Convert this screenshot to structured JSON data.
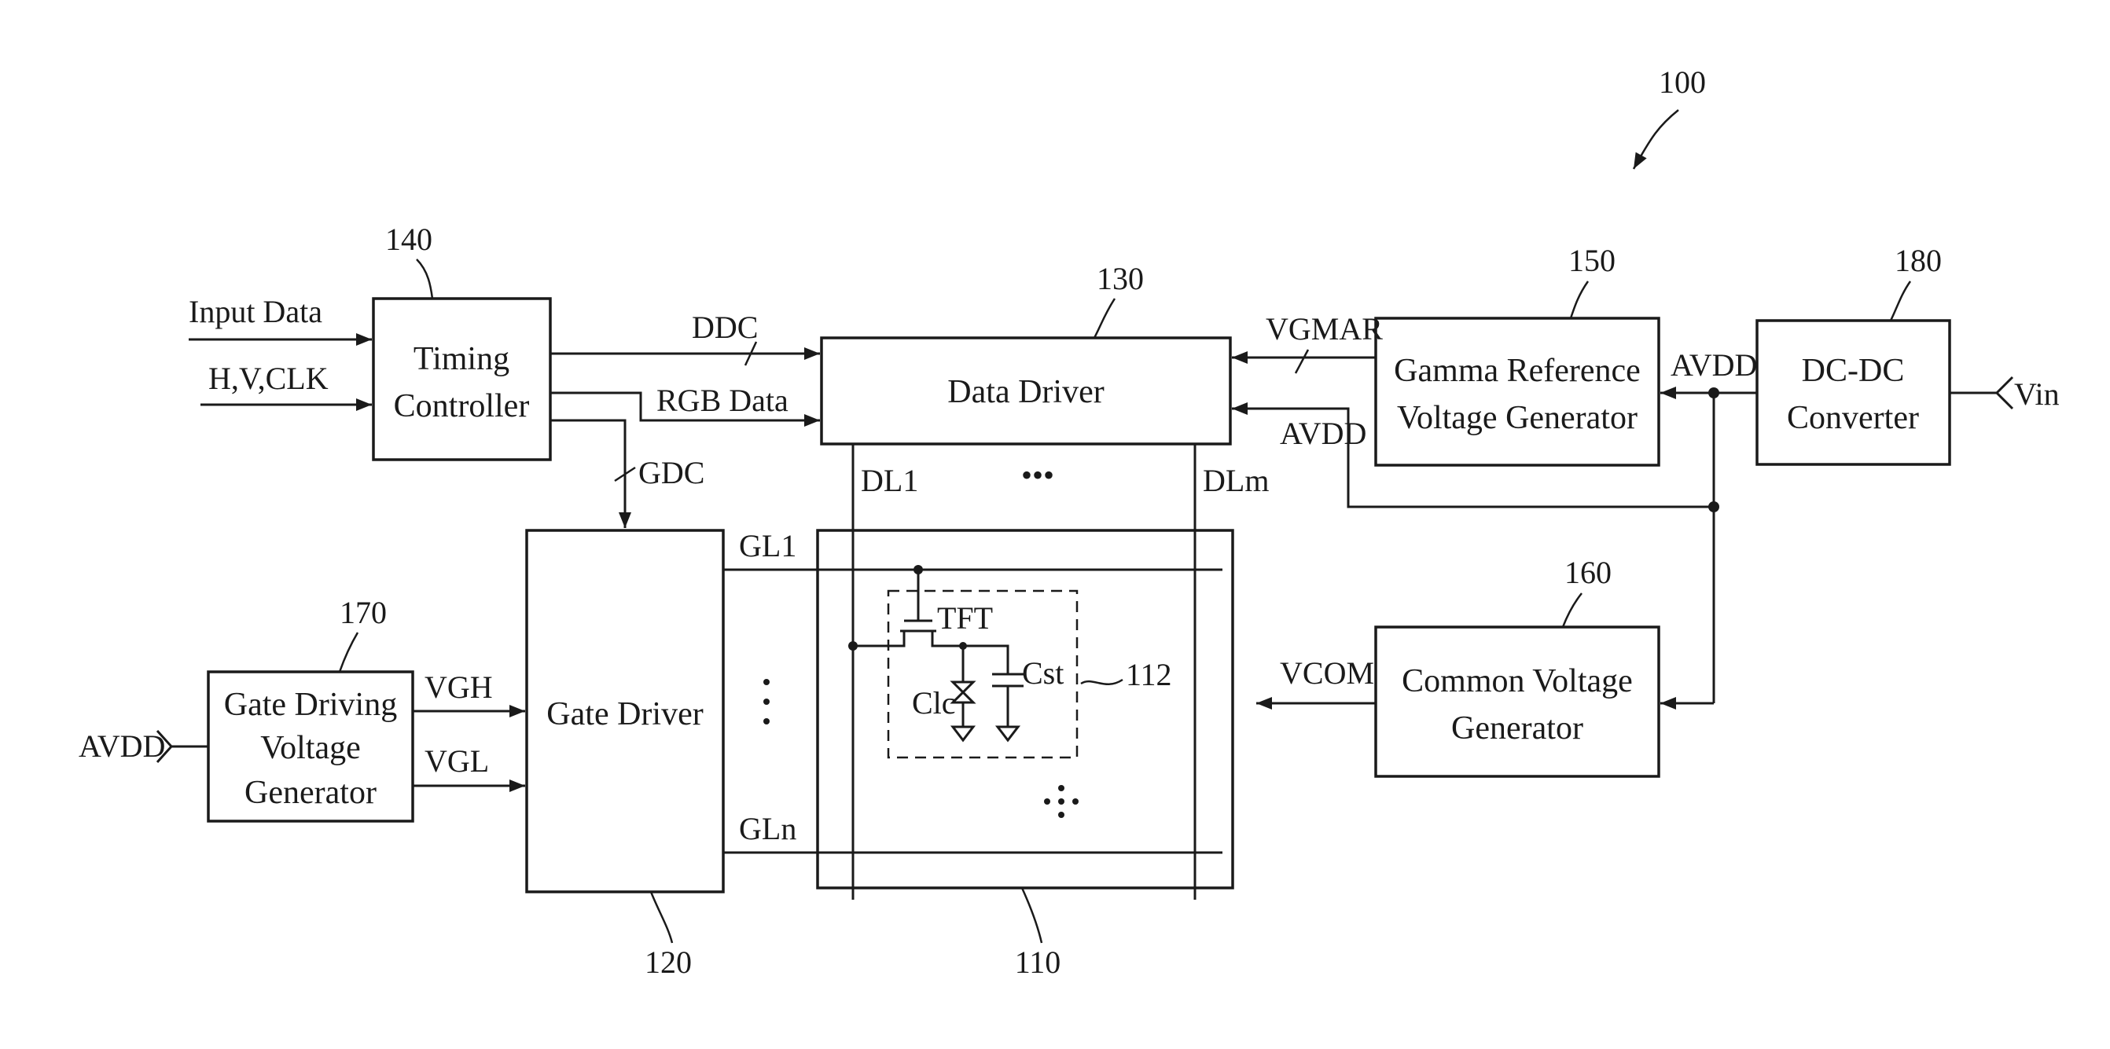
{
  "figure_ref": "100",
  "blocks": {
    "timing_controller": {
      "ref": "140",
      "line1": "Timing",
      "line2": "Controller"
    },
    "data_driver": {
      "ref": "130",
      "label": "Data Driver"
    },
    "gamma": {
      "ref": "150",
      "line1": "Gamma Reference",
      "line2": "Voltage Generator"
    },
    "dcdc": {
      "ref": "180",
      "line1": "DC-DC",
      "line2": "Converter"
    },
    "gate_driver": {
      "ref": "120",
      "label": "Gate Driver"
    },
    "gate_voltage": {
      "ref": "170",
      "line1": "Gate Driving",
      "line2": "Voltage",
      "line3": "Generator"
    },
    "common_voltage": {
      "ref": "160",
      "line1": "Common Voltage",
      "line2": "Generator"
    },
    "panel": {
      "ref": "110"
    },
    "pixel": {
      "ref": "112"
    }
  },
  "signals": {
    "input_data": "Input Data",
    "hvclk": "H,V,CLK",
    "ddc": "DDC",
    "rgb_data": "RGB Data",
    "gdc": "GDC",
    "vgmar": "VGMAR",
    "avdd_dd": "AVDD",
    "avdd_gamma": "AVDD",
    "vin": "Vin",
    "vcom": "VCOM",
    "avdd_gate": "AVDD",
    "vgh": "VGH",
    "vgl": "VGL",
    "dl1": "DL1",
    "dlm": "DLm",
    "gl1": "GL1",
    "gln": "GLn",
    "tft": "TFT",
    "clc": "Clc",
    "cst": "Cst",
    "ellipsis_h": "•••",
    "ellipsis_v": "⋮"
  }
}
